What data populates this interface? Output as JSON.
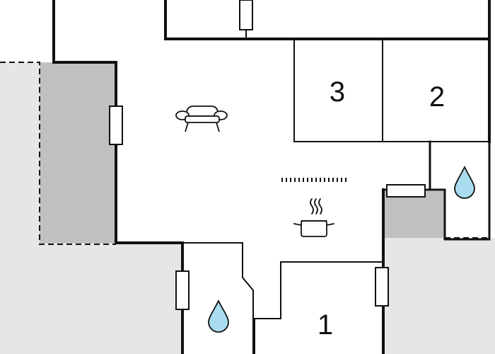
{
  "floor_plan": {
    "rooms": [
      {
        "id": "1",
        "label": "1"
      },
      {
        "id": "2",
        "label": "2"
      },
      {
        "id": "3",
        "label": "3"
      }
    ],
    "icons": {
      "sofa": "sofa-icon",
      "cooking_pot": "cooking-pot-icon",
      "bathroom": "water-drop-icon"
    },
    "colors": {
      "wall": "#111111",
      "outdoor_light": "#e6e6e6",
      "outdoor_dark": "#c0c0c0",
      "water_drop": "#a8dcee",
      "background": "#ffffff"
    }
  }
}
